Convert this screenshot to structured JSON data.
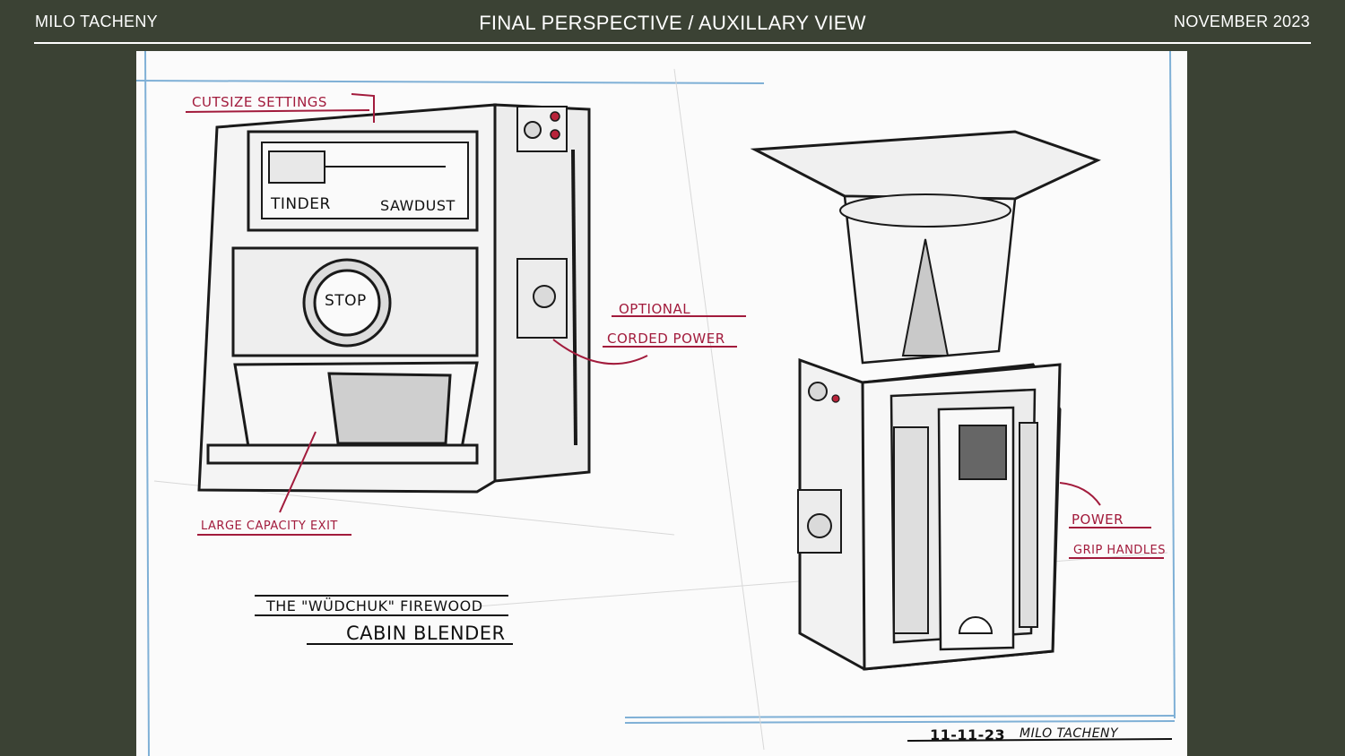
{
  "header": {
    "author": "MILO TACHENY",
    "title": "FINAL PERSPECTIVE / AUXILLARY VIEW",
    "date": "NOVEMBER 2023"
  },
  "sketch": {
    "callouts": {
      "cutsize": "CUTSIZE SETTINGS",
      "optional": "OPTIONAL",
      "corded": "CORDED POWER",
      "exit": "LARGE CAPACITY EXIT",
      "power": "POWER",
      "grip": "GRIP HANDLES"
    },
    "panel": {
      "tinder": "TINDER",
      "sawdust": "SAWDUST",
      "stop": "STOP"
    },
    "title_line1": "THE \"WÜDCHUK\" FIREWOOD",
    "title_line2": "CABIN BLENDER",
    "signature_date": "11-11-23",
    "signature_name": "MILO TACHENY"
  },
  "colors": {
    "background": "#3b4234",
    "annotation": "#a21b3c",
    "guideline_blue": "#7fb0d6"
  }
}
